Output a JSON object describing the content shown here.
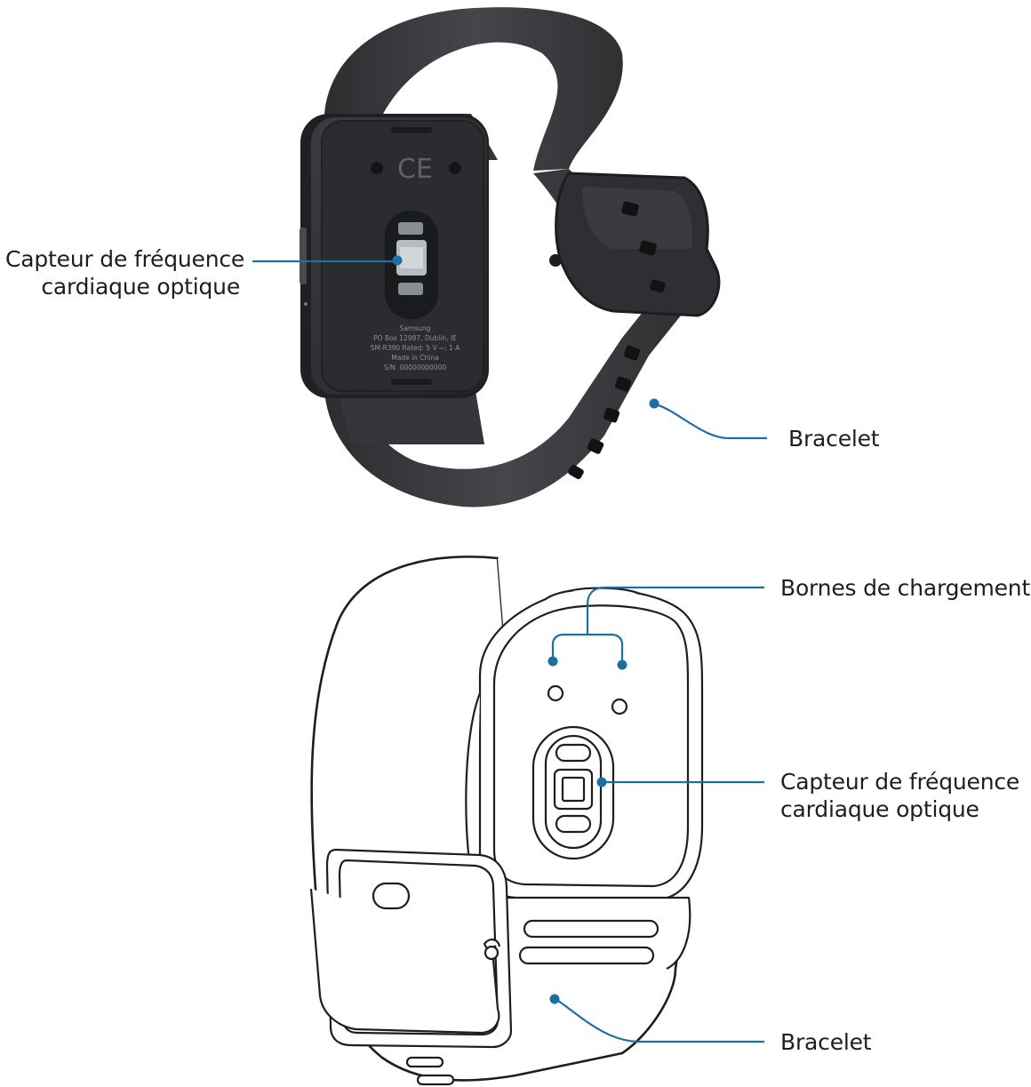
{
  "figure_top": {
    "label_sensor": {
      "line1": "Capteur de fréquence",
      "line2": "cardiaque optique"
    },
    "label_strap": "Bracelet",
    "engraving": {
      "line1": "Samsung",
      "line2": "PO Box 12987, Dublin, IE",
      "line3": "SM-R390  Rated: 5 V ⎓; 1 A",
      "line4": "Made in China",
      "line5": "S/N: 00000000000"
    },
    "ce_mark": "CE"
  },
  "figure_bottom": {
    "label_terminals": "Bornes de chargement",
    "label_sensor": {
      "line1": "Capteur de fréquence",
      "line2": "cardiaque optique"
    },
    "label_strap": "Bracelet"
  },
  "colors": {
    "callout": "#1a6fa3",
    "band": "#3a3b3d",
    "band_dark": "#2a2b2d",
    "outline": "#1e1e1e"
  }
}
